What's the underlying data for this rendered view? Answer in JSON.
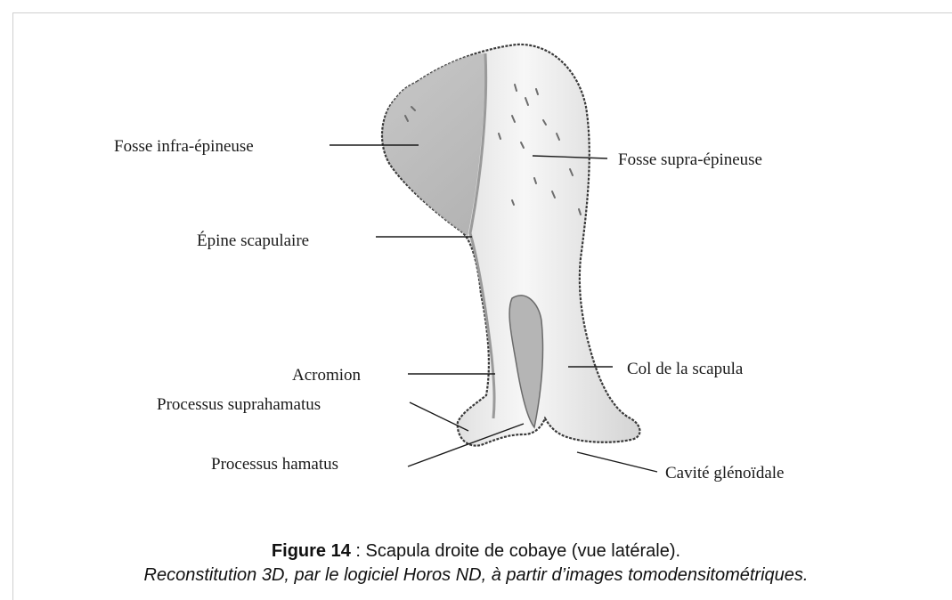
{
  "labels": {
    "fosse_infra": "Fosse infra-épineuse",
    "fosse_supra": "Fosse supra-épineuse",
    "epine": "Épine scapulaire",
    "acromion": "Acromion",
    "col": "Col de la scapula",
    "suprahamatus": "Processus suprahamatus",
    "hamatus": "Processus hamatus",
    "cavite": "Cavité glénoïdale"
  },
  "caption": {
    "figure_number": "Figure 14",
    "title": " : Scapula droite de cobaye (vue latérale).",
    "subtitle": "Reconstitution 3D, par le logiciel Horos ND, à partir d’images tomodensitométriques."
  }
}
